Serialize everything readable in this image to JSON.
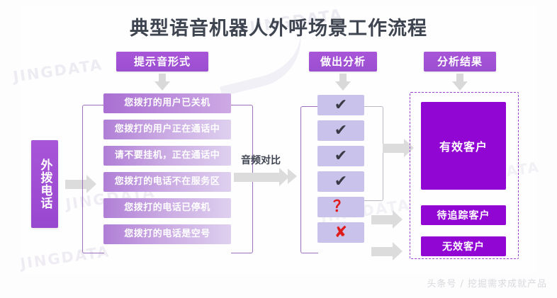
{
  "page": {
    "title": "典型语音机器人外呼场景工作流程",
    "watermark": "JINGDATA",
    "footer": "头条号 / 挖掘需求成就产品"
  },
  "headers": {
    "prompt_column": "提示音形式",
    "analysis_column": "做出分析",
    "result_column": "分析结果"
  },
  "source": {
    "label": "外拨电话"
  },
  "middle": {
    "compare_label": "音频对比"
  },
  "prompts": [
    {
      "text": "您拨打的用户已关机"
    },
    {
      "text": "您拨打的用户正在通话中"
    },
    {
      "text": "请不要挂机，正在通话中"
    },
    {
      "text": "您拨打的电话不在服务区"
    },
    {
      "text": "您拨打的电话已停机"
    },
    {
      "text": "您拨打的电话是空号"
    }
  ],
  "analysis": [
    {
      "glyph": "✔",
      "kind": "check"
    },
    {
      "glyph": "✔",
      "kind": "check"
    },
    {
      "glyph": "✔",
      "kind": "check"
    },
    {
      "glyph": "✔",
      "kind": "check"
    },
    {
      "glyph": "？",
      "kind": "question"
    },
    {
      "glyph": "✘",
      "kind": "cross"
    }
  ],
  "results": [
    {
      "label": "有效客户"
    },
    {
      "label": "待追踪客户"
    },
    {
      "label": "无效客户"
    }
  ],
  "colors": {
    "chip_purple": "#a855d8",
    "result_purple": "#9206d4",
    "prompt_purple": "#b07fd6",
    "analysis_lavender": "#c9c2ea",
    "arrow_gray": "#dcdcdc",
    "title_gray": "#3f4550",
    "red": "#e01b1b",
    "dashed_border": "#9b3fd0"
  }
}
